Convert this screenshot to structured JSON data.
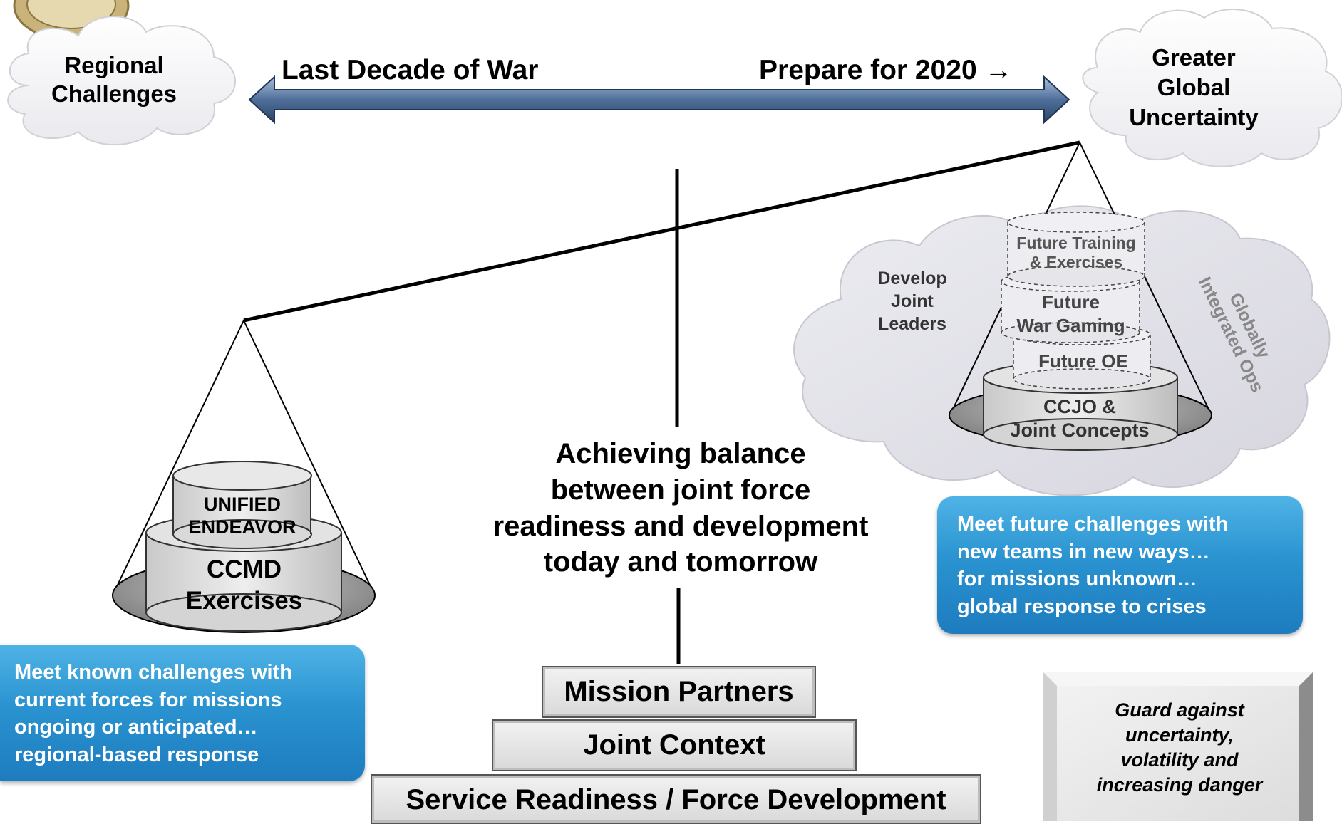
{
  "top": {
    "left_cloud": [
      "Regional",
      "Challenges"
    ],
    "right_cloud": [
      "Greater",
      "Global",
      "Uncertainty"
    ],
    "arrow_left_label": "Last Decade of War",
    "arrow_right_label": "Prepare for 2020 →"
  },
  "left_pan": {
    "top_tier": [
      "UNIFIED",
      "ENDEAVOR"
    ],
    "base_tier": [
      "CCMD",
      "Exercises"
    ],
    "callout": [
      "Meet known challenges with",
      "current forces for missions",
      "ongoing or anticipated…",
      "regional-based response"
    ]
  },
  "right_pan": {
    "tiers": {
      "t1": [
        "Future Training",
        "& Exercises"
      ],
      "t2": [
        "Future",
        "War Gaming"
      ],
      "t3": "Future OE",
      "t4": [
        "CCJO &",
        "Joint Concepts"
      ]
    },
    "side_label": [
      "Develop",
      "Joint",
      "Leaders"
    ],
    "rotated_label": [
      "Globally",
      "Integrated Ops"
    ],
    "callout": [
      "Meet future challenges with",
      "new teams in new ways…",
      "for missions unknown…",
      "global response to crises"
    ]
  },
  "center_text": [
    "Achieving balance",
    "between joint force",
    "readiness and development",
    "today and tomorrow"
  ],
  "base_steps": {
    "top": "Mission Partners",
    "middle": "Joint Context",
    "bottom": "Service Readiness / Force Development"
  },
  "guard_box": [
    "Guard against",
    "uncertainty,",
    "volatility and",
    "increasing danger"
  ]
}
